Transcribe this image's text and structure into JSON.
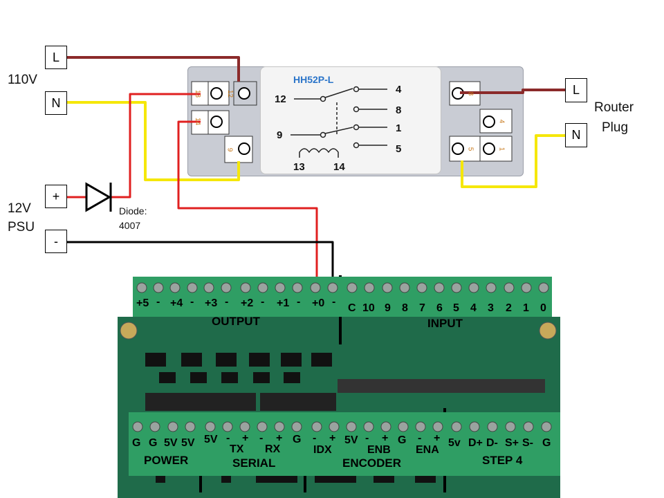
{
  "mains": {
    "voltage_label": "110V",
    "L": "L",
    "N": "N"
  },
  "psu": {
    "voltage_label": "12V",
    "sub": "PSU",
    "plus": "+",
    "minus": "-"
  },
  "diode": {
    "label": "Diode:",
    "part": "4007"
  },
  "router": {
    "label_line1": "Router",
    "label_line2": "Plug",
    "L": "L",
    "N": "N"
  },
  "relay": {
    "model": "HH52P-L",
    "terminals_left": [
      "13",
      "12",
      "14",
      "9"
    ],
    "terminals_right": [
      "8",
      "4",
      "5",
      "1"
    ],
    "schematic": {
      "p12": "12",
      "p9": "9",
      "p4": "4",
      "p8": "8",
      "p1": "1",
      "p5": "5",
      "c13": "13",
      "c14": "14"
    }
  },
  "board": {
    "output_label": "OUTPUT",
    "input_label": "INPUT",
    "top_pins": [
      "+5",
      "-",
      "+4",
      "-",
      "+3",
      "-",
      "+2",
      "-",
      "+1",
      "-",
      "+0",
      "-",
      "C",
      "10",
      "9",
      "8",
      "7",
      "6",
      "5",
      "4",
      "3",
      "2",
      "1",
      "0"
    ],
    "bottom_pins": [
      "G",
      "G",
      "5V",
      "5V",
      "5V",
      "-",
      "+",
      "-",
      "+",
      "G",
      "-",
      "+",
      "5V",
      "-",
      "+",
      "G",
      "-",
      "+",
      "5v",
      "D+",
      "D-",
      "S+",
      "S-",
      "G"
    ],
    "sub_labels": [
      "TX",
      "RX",
      "IDX",
      "ENB",
      "ENA"
    ],
    "groups": [
      "POWER",
      "SERIAL",
      "ENCODER",
      "STEP 4"
    ]
  },
  "colors": {
    "wire_live": "#8b2a2a",
    "wire_neutral": "#f5e70a",
    "wire_red": "#e02020",
    "wire_black": "#000000",
    "pcb": "#1f6b4a",
    "connector": "#2f9e64"
  }
}
